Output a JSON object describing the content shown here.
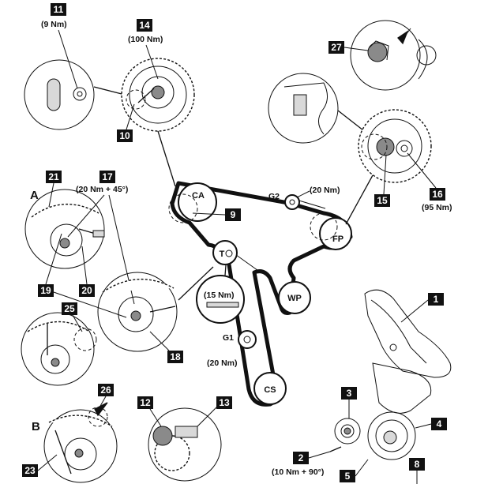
{
  "tags": {
    "t11": "11",
    "t14": "14",
    "t10": "10",
    "t27": "27",
    "t15": "15",
    "t16": "16",
    "t21": "21",
    "t17": "17",
    "t9": "9",
    "t19": "19",
    "t20": "20",
    "t25": "25",
    "t18": "18",
    "t26": "26",
    "t12": "12",
    "t13": "13",
    "t23": "23",
    "t1": "1",
    "t3": "3",
    "t4": "4",
    "t2": "2",
    "t5": "5",
    "t8": "8"
  },
  "torques": {
    "t11": "(9 Nm)",
    "t14": "(100 Nm)",
    "t17": "(20 Nm + 45°)",
    "g2": "(20 Nm)",
    "t16": "(95 Nm)",
    "tension": "(15 Nm)",
    "g1": "(20 Nm)",
    "t2": "(10 Nm + 90°)"
  },
  "pulleys": {
    "ca": "CA",
    "g2": "G2",
    "fp": "FP",
    "t": "T",
    "wp": "WP",
    "g1": "G1",
    "cs": "CS"
  },
  "sections": {
    "a": "A",
    "b": "B"
  }
}
